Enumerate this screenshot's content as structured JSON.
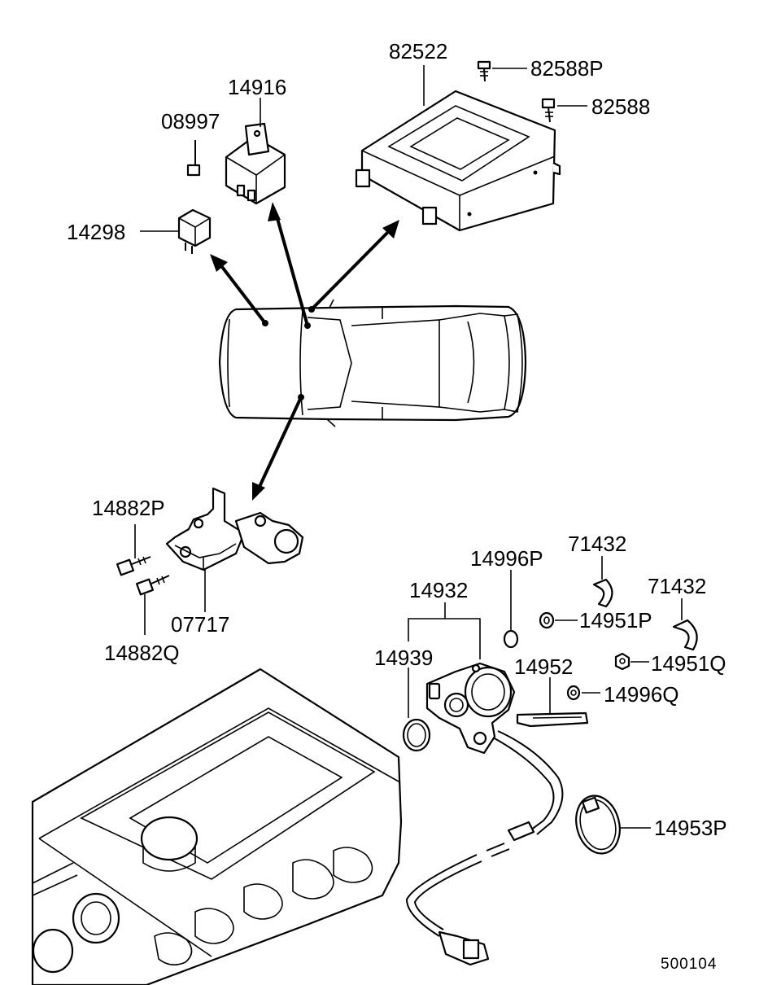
{
  "diagram": {
    "code": "500104",
    "labels": {
      "p82522": "82522",
      "p82588P": "82588P",
      "p82588": "82588",
      "p14916": "14916",
      "p08997": "08997",
      "p14298": "14298",
      "p14882P": "14882P",
      "p07717": "07717",
      "p14882Q": "14882Q",
      "p14996P": "14996P",
      "p71432a": "71432",
      "p71432b": "71432",
      "p14932": "14932",
      "p14939": "14939",
      "p14951P": "14951P",
      "p14952": "14952",
      "p14951Q": "14951Q",
      "p14996Q": "14996Q",
      "p14953P": "14953P"
    }
  }
}
